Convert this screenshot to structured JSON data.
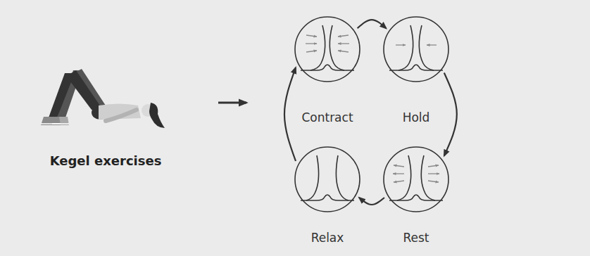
{
  "diagram": {
    "nodes": [
      {
        "text": [
          "Contract"
        ]
      },
      {
        "text": [
          "Hold"
        ]
      },
      {
        "text": [
          "Relax"
        ]
      },
      {
        "text": [
          "Rest"
        ]
      }
    ],
    "edges": [
      {
        "from": 0,
        "to": 1,
        "arrow": "to"
      },
      {
        "from": 1,
        "to": 3,
        "arrow": "to"
      },
      {
        "from": 3,
        "to": 2,
        "arrow": "to"
      },
      {
        "from": 2,
        "to": 0,
        "arrow": "to"
      }
    ],
    "labels": [
      "Kegel exercises"
    ]
  }
}
